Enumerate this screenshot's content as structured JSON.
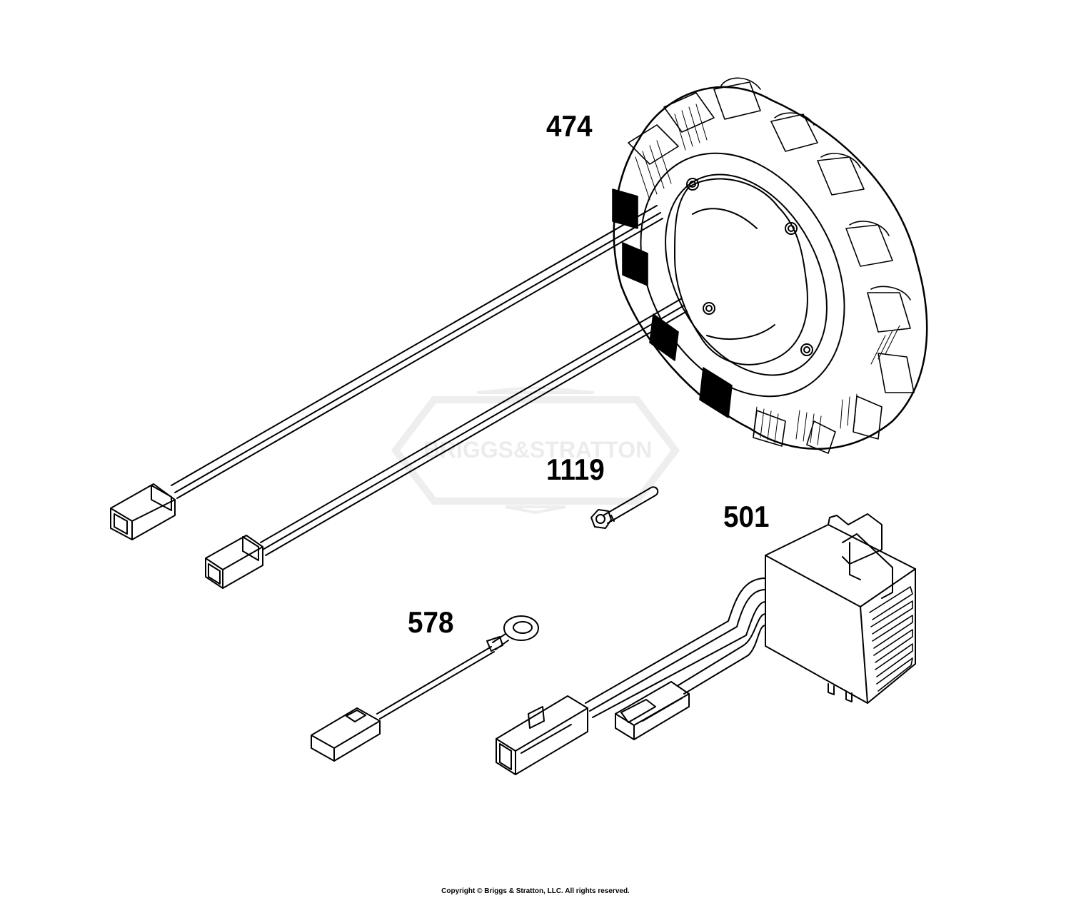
{
  "watermark": {
    "text": "BRIGGS&STRATTON",
    "color": "#ececec"
  },
  "labels": {
    "stator": "474",
    "screw": "1119",
    "regulator": "501",
    "ground_wire": "578"
  },
  "copyright": "Copyright © Briggs & Stratton, LLC. All rights reserved.",
  "colors": {
    "line": "#000000",
    "background": "#ffffff"
  }
}
